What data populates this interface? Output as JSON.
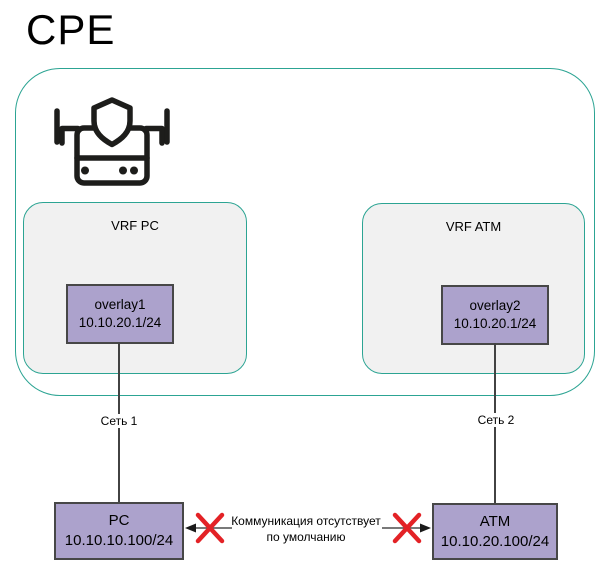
{
  "title": "CPE",
  "colors": {
    "teal": "#2CA493",
    "vrf_fill": "#F1F1F1",
    "node_fill": "#ACA2CC",
    "node_border": "#474747",
    "line": "#424242",
    "red": "#E32226",
    "ink": "#000000"
  },
  "cpe": {
    "icon": "firewall-router-icon",
    "vrf_pc": {
      "label": "VRF PC",
      "overlay": {
        "name": "overlay1",
        "ip": "10.10.20.1/24"
      }
    },
    "vrf_atm": {
      "label": "VRF ATM",
      "overlay": {
        "name": "overlay2",
        "ip": "10.10.20.1/24"
      }
    }
  },
  "links": {
    "net1": {
      "label": "Сеть 1"
    },
    "net2": {
      "label": "Сеть 2"
    }
  },
  "nodes": {
    "pc": {
      "name": "PC",
      "ip": "10.10.10.100/24"
    },
    "atm": {
      "name": "ATM",
      "ip": "10.10.20.100/24"
    }
  },
  "no_communication": {
    "line1": "Коммуникация отсутствует",
    "line2": "по умолчанию"
  }
}
